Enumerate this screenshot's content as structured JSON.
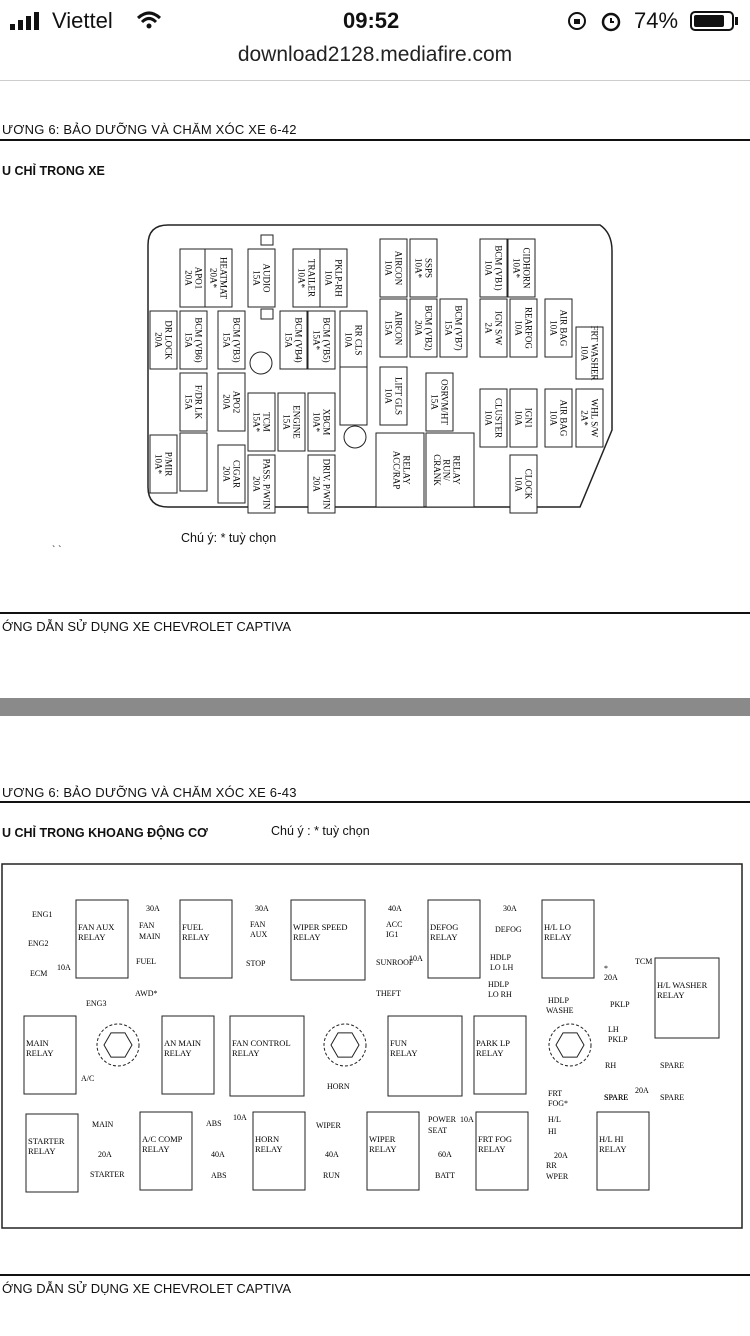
{
  "status_bar": {
    "carrier": "Viettel",
    "time": "09:52",
    "battery": "74%",
    "icons": [
      "signal-icon",
      "wifi-icon",
      "rotation-lock-icon",
      "alarm-icon",
      "battery-icon"
    ]
  },
  "browser": {
    "url": "download2128.mediafire.com"
  },
  "page1": {
    "header": "ƯƠNG 6: BẢO DƯỠNG VÀ CHĂM XÓC XE 6-42",
    "title": "U CHỈ TRONG XE",
    "note": "Chú ý: * tuỳ chọn",
    "stray_mark": "` `",
    "footer": "ỚNG DẪN SỬ DỤNG XE CHEVROLET CAPTIVA",
    "fuses": [
      [
        "APO1",
        "20A"
      ],
      [
        "HEATMAT",
        "20A*"
      ],
      [
        "AUDIO",
        "15A"
      ],
      [
        "TRAILER",
        "10A*"
      ],
      [
        "PKLP-RH",
        "10A"
      ],
      [
        "AIRCON",
        "10A"
      ],
      [
        "SSPS",
        "10A*"
      ],
      [
        "BCM (VB1)",
        "10A"
      ],
      [
        "CIDHORN",
        "10A*"
      ],
      [
        "DR LOCK",
        "20A"
      ],
      [
        "BCM (VB6)",
        "15A"
      ],
      [
        "BCM (VB3)",
        "15A"
      ],
      [
        "BCM (VB4)",
        "15A"
      ],
      [
        "BCM (VB5)",
        "15A*"
      ],
      [
        "RR CLS",
        "10A"
      ],
      [
        "AIRCON",
        "15A"
      ],
      [
        "BCM (VB2)",
        "20A"
      ],
      [
        "BCM (VB7)",
        "15A"
      ],
      [
        "IGN S/W",
        "2A"
      ],
      [
        "REARFOG",
        "10A"
      ],
      [
        "AIR BAG",
        "10A"
      ],
      [
        "FRT WASHER",
        "10A"
      ],
      [
        "F/DR LK",
        "15A"
      ],
      [
        "APO2",
        "20A"
      ],
      [
        "LIFT GLS",
        "10A"
      ],
      [
        "OSRVM/HT",
        "15A"
      ],
      [
        "CLUSTER",
        "10A"
      ],
      [
        "IGN1",
        "10A"
      ],
      [
        "AIR BAG",
        "10A"
      ],
      [
        "WHL S/W",
        "2A*"
      ],
      [
        "TCM",
        "15A*"
      ],
      [
        "ENGINE",
        "15A"
      ],
      [
        "XBCM",
        "10A*"
      ],
      [
        "P/MIR",
        "10A*"
      ],
      [
        "CIGAR",
        "20A"
      ],
      [
        "PASS. P/WIN",
        "20A"
      ],
      [
        "DRIV. P/WIN",
        "20A"
      ],
      [
        "CLOCK",
        "10A"
      ]
    ],
    "relays": [
      [
        "RELAY",
        "ACC/RAP"
      ],
      [
        "RELAY",
        "RUN/",
        "CRANK"
      ]
    ]
  },
  "page2": {
    "header": "ƯƠNG 6: BẢO DƯỠNG VÀ CHĂM XÓC XE 6-43",
    "title": "U CHỈ TRONG KHOANG ĐỘNG CƠ",
    "note": "Chú ý : * tuỳ chọn",
    "footer": "ỚNG DẪN SỬ DỤNG XE CHEVROLET CAPTIVA",
    "relays": [
      [
        "FAN AUX",
        "RELAY"
      ],
      [
        "FUEL",
        "RELAY"
      ],
      [
        "WIPER SPEED",
        "RELAY"
      ],
      [
        "DEFOG",
        "RELAY"
      ],
      [
        "H/L LO",
        "RELAY"
      ],
      [
        "H/L WASHER",
        "RELAY"
      ],
      [
        "MAIN",
        "RELAY"
      ],
      [
        "AN MAIN",
        "RELAY"
      ],
      [
        "FAN CONTROL",
        "RELAY"
      ],
      [
        "FUN",
        "RELAY"
      ],
      [
        "PARK LP",
        "RELAY"
      ],
      [
        "STARTER",
        "RELAY"
      ],
      [
        "A/C COMP",
        "RELAY"
      ],
      [
        "HORN",
        "RELAY"
      ],
      [
        "WIPER",
        "RELAY"
      ],
      [
        "FRT FOG",
        "RELAY"
      ],
      [
        "H/L HI",
        "RELAY"
      ]
    ],
    "labels": [
      "ENG1",
      "ENG2",
      "ECM",
      "10A",
      "ENG3",
      "30A",
      "FAN",
      "MAIN",
      "FUEL",
      "AWD*",
      "30A",
      "FAN",
      "AUX",
      "STOP",
      "40A",
      "ACC",
      "IG1",
      "SUNROOF",
      "10A",
      "THEFT",
      "30A",
      "DEFOG",
      "HDLP",
      "LO LH",
      "HDLP",
      "LO RH",
      "HDLP",
      "WASHE",
      "*",
      "20A",
      "TCM",
      "PKLP",
      "LH",
      "PKLP",
      "RH",
      "SPARE",
      "SPARE",
      "SPARE",
      "20A",
      "SPARE",
      "A/C",
      "HORN",
      "FRT",
      "FOG*",
      "MAIN",
      "20A",
      "STARTER",
      "ABS",
      "10A",
      "40A",
      "ABS",
      "WIPER",
      "40A",
      "RUN",
      "POWER",
      "SEAT",
      "10A",
      "60A",
      "BATT",
      "H/L",
      "HI",
      "20A",
      "RR",
      "WPER"
    ]
  }
}
